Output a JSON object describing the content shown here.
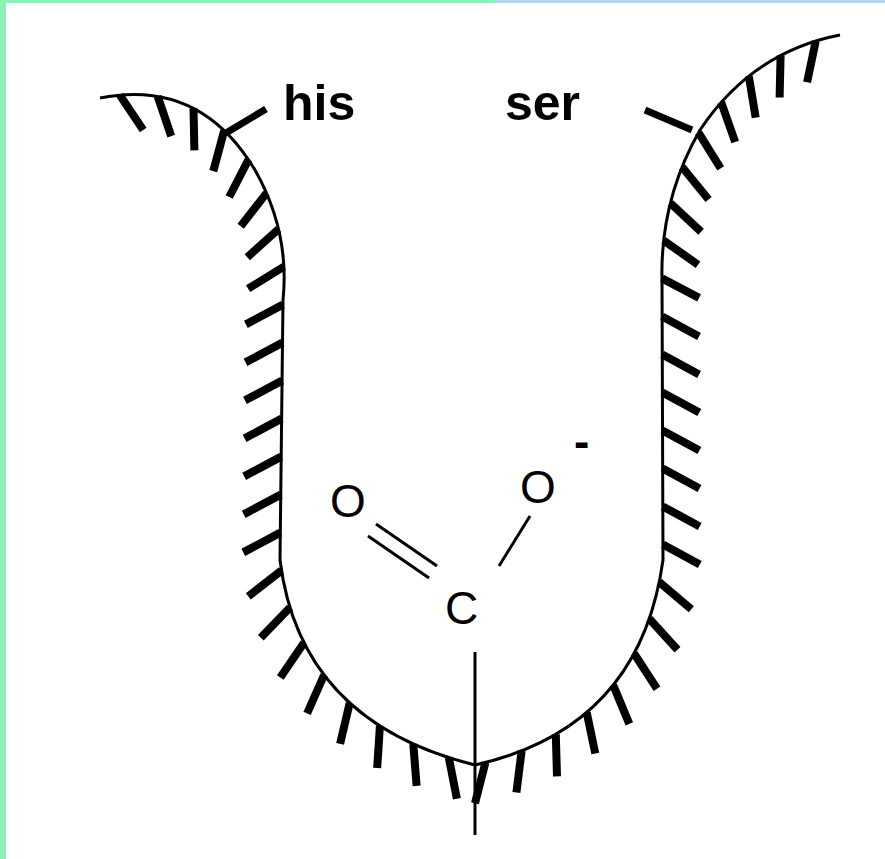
{
  "diagram": {
    "labels": [
      "his",
      "ser",
      "O",
      "C",
      "O",
      "-"
    ]
  }
}
